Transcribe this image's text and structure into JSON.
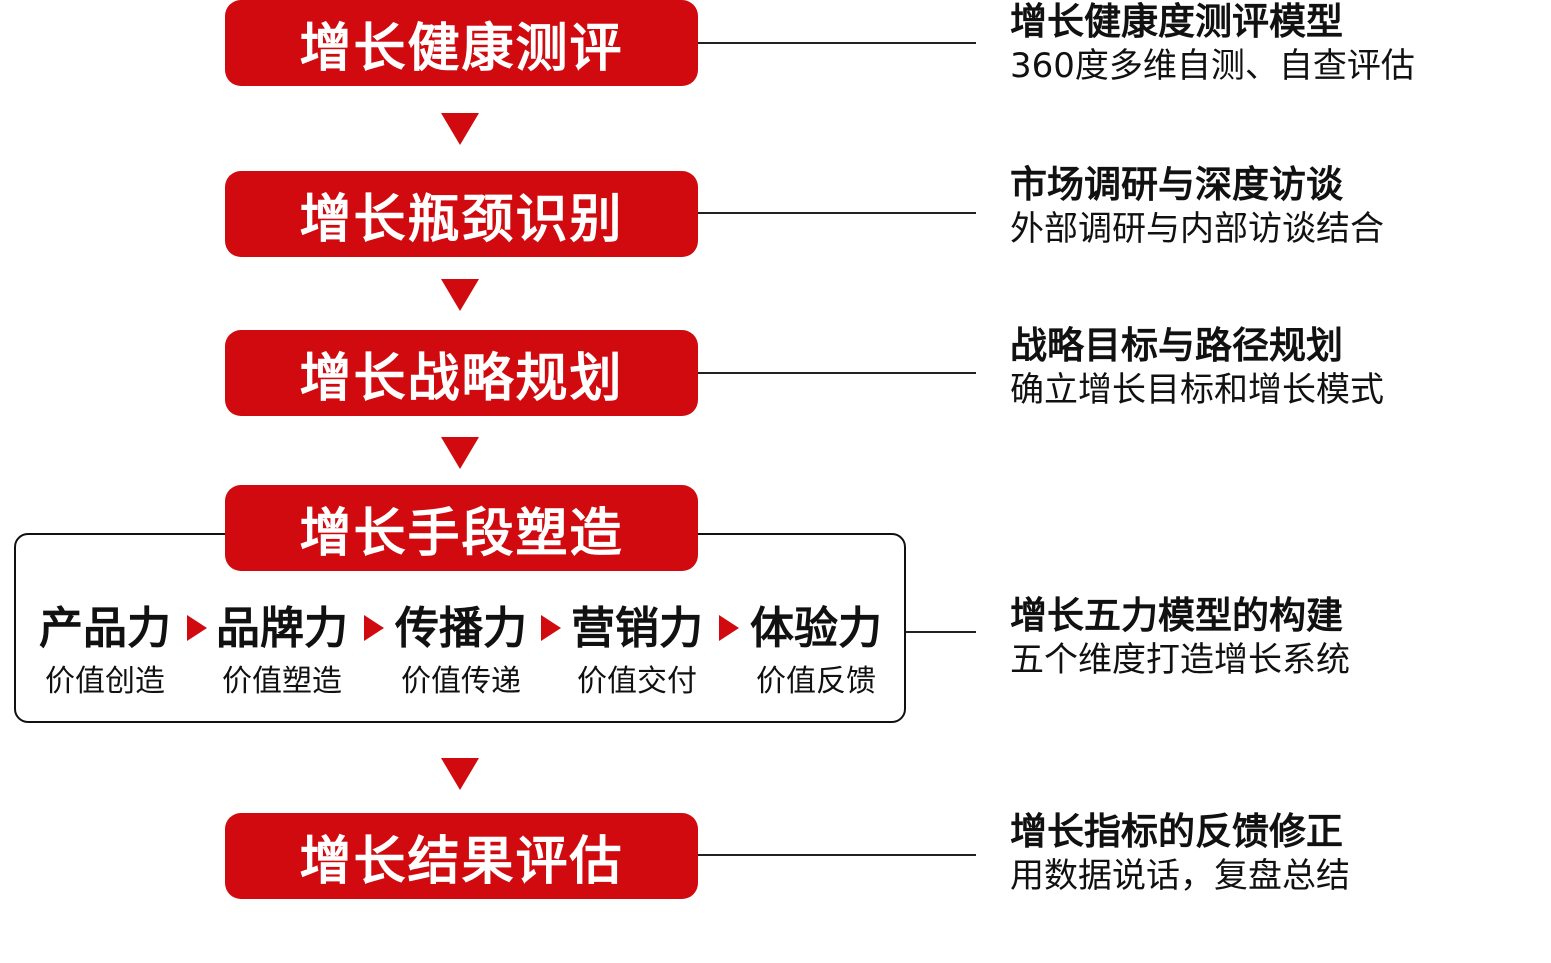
{
  "steps": [
    {
      "label": "增长健康测评",
      "desc_title": "增长健康度测评模型",
      "desc_sub": "360度多维自测、自查评估"
    },
    {
      "label": "增长瓶颈识别",
      "desc_title": "市场调研与深度访谈",
      "desc_sub": "外部调研与内部访谈结合"
    },
    {
      "label": "增长战略规划",
      "desc_title": "战略目标与路径规划",
      "desc_sub": "确立增长目标和增长模式"
    },
    {
      "label": "增长手段塑造",
      "desc_title": "增长五力模型的构建",
      "desc_sub": "五个维度打造增长系统"
    },
    {
      "label": "增长结果评估",
      "desc_title": "增长指标的反馈修正",
      "desc_sub": "用数据说话，复盘总结"
    }
  ],
  "powers": [
    {
      "name": "产品力",
      "value": "价值创造"
    },
    {
      "name": "品牌力",
      "value": "价值塑造"
    },
    {
      "name": "传播力",
      "value": "价值传递"
    },
    {
      "name": "营销力",
      "value": "价值交付"
    },
    {
      "name": "体验力",
      "value": "价值反馈"
    }
  ],
  "colors": {
    "accent": "#d00a0f",
    "text": "#111111",
    "background": "#ffffff"
  }
}
